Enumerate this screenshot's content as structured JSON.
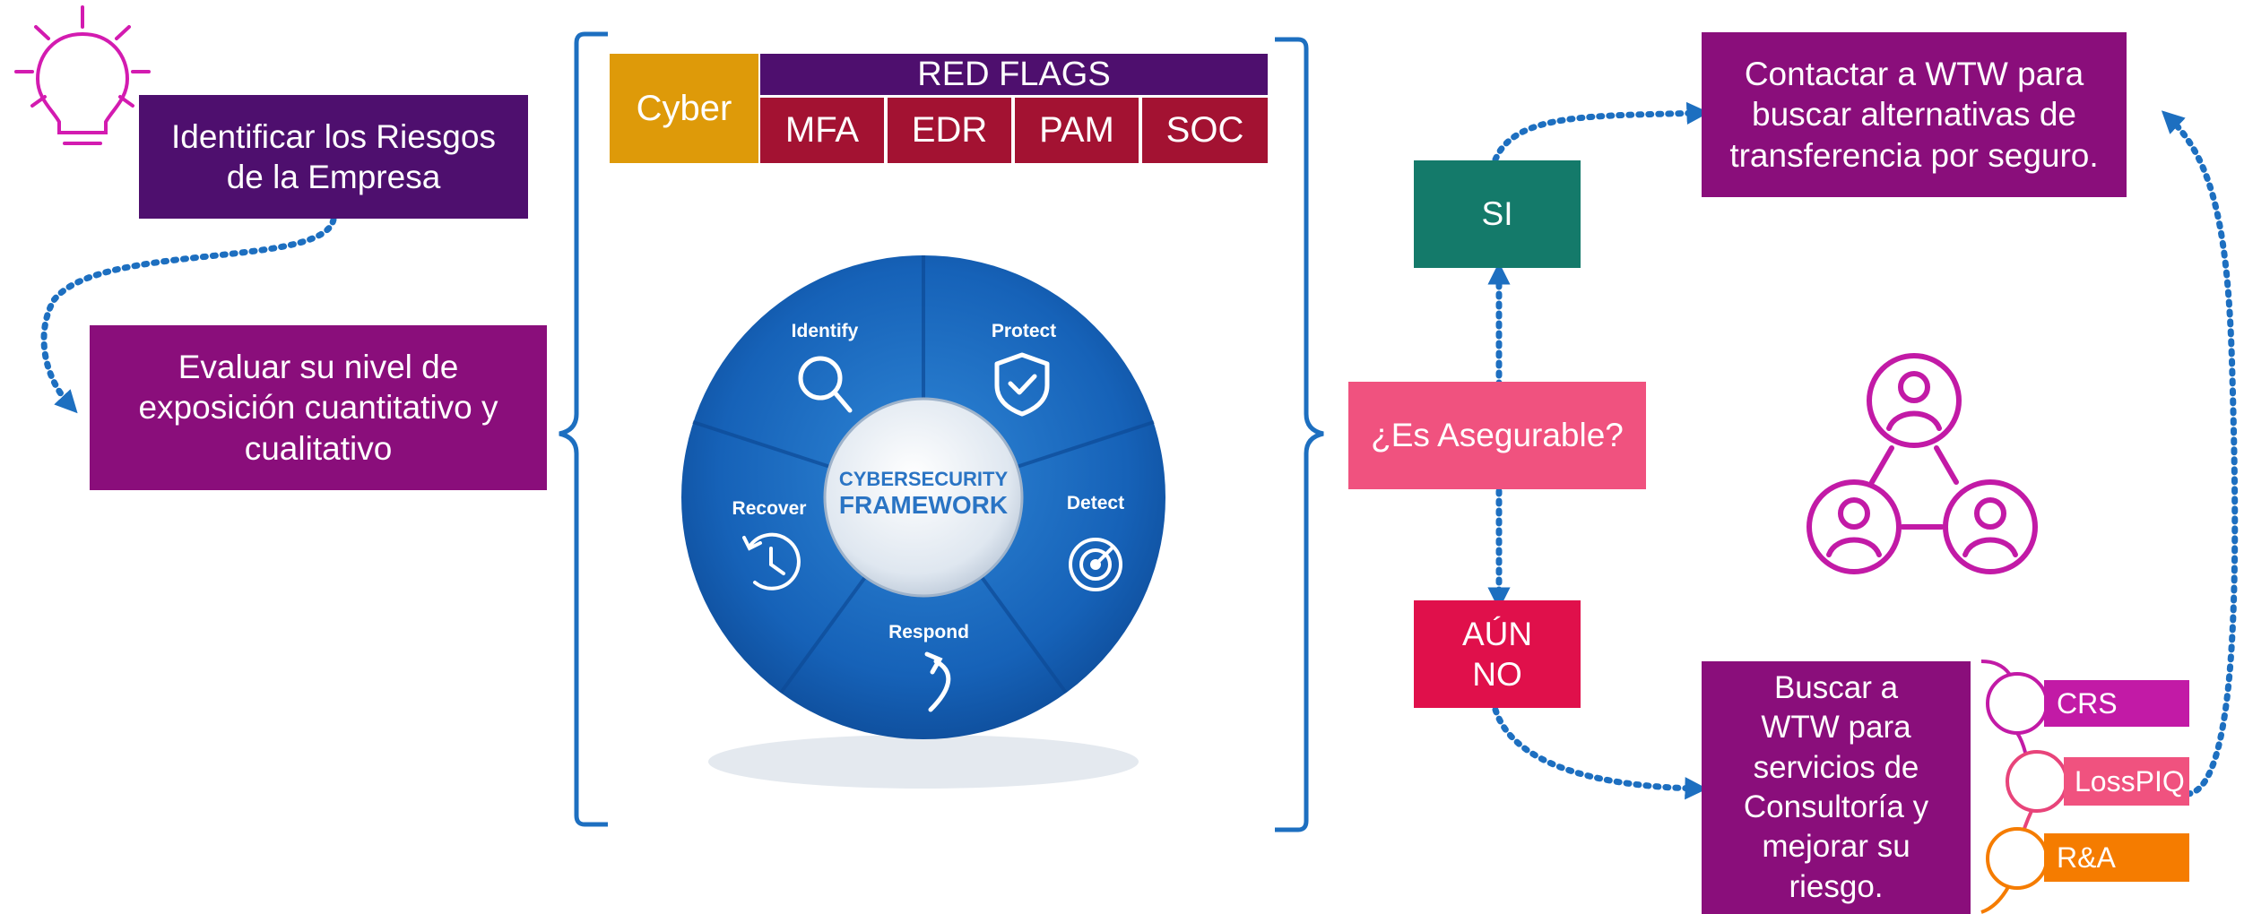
{
  "colors": {
    "dark_purple": "#4e0f6e",
    "magenta": "#8a0e7b",
    "teal": "#147a6a",
    "pink": "#f0527f",
    "crimson": "#e0104b",
    "cyber_orange": "#de9a09",
    "red_flag": "#a31232",
    "blue_connector": "#1d6fc0",
    "icon_magenta": "#d31bb0",
    "orange_tag": "#f57c00"
  },
  "left": {
    "step1": "Identificar los Riesgos\nde la Empresa",
    "step2": "Evaluar su nivel de\nexposición cuantitativo y\ncualitativo",
    "icon": "lightbulb-icon"
  },
  "center": {
    "cyber_label": "Cyber",
    "red_flags_title": "RED FLAGS",
    "flags": [
      "MFA",
      "EDR",
      "PAM",
      "SOC"
    ],
    "wheel": {
      "center_line1": "CYBERSECURITY",
      "center_line2": "FRAMEWORK",
      "segments": [
        "Identify",
        "Protect",
        "Detect",
        "Respond",
        "Recover"
      ],
      "segment_icons": [
        "magnifier-icon",
        "shield-check-icon",
        "radar-icon",
        "undo-arrow-icon",
        "history-clock-icon"
      ]
    }
  },
  "decision": {
    "question": "¿Es Asegurable?",
    "yes": "SI",
    "no": "AÚN\nNO"
  },
  "right": {
    "contact": "Contactar a WTW para\nbuscar alternativas de\ntransferencia por seguro.",
    "consult": "Buscar a\nWTW para\nservicios de\nConsultoría y\nmejorar su\nriesgo.",
    "network_icon": "people-network-icon",
    "services": [
      "CRS",
      "LossPIQ",
      "R&A"
    ]
  }
}
